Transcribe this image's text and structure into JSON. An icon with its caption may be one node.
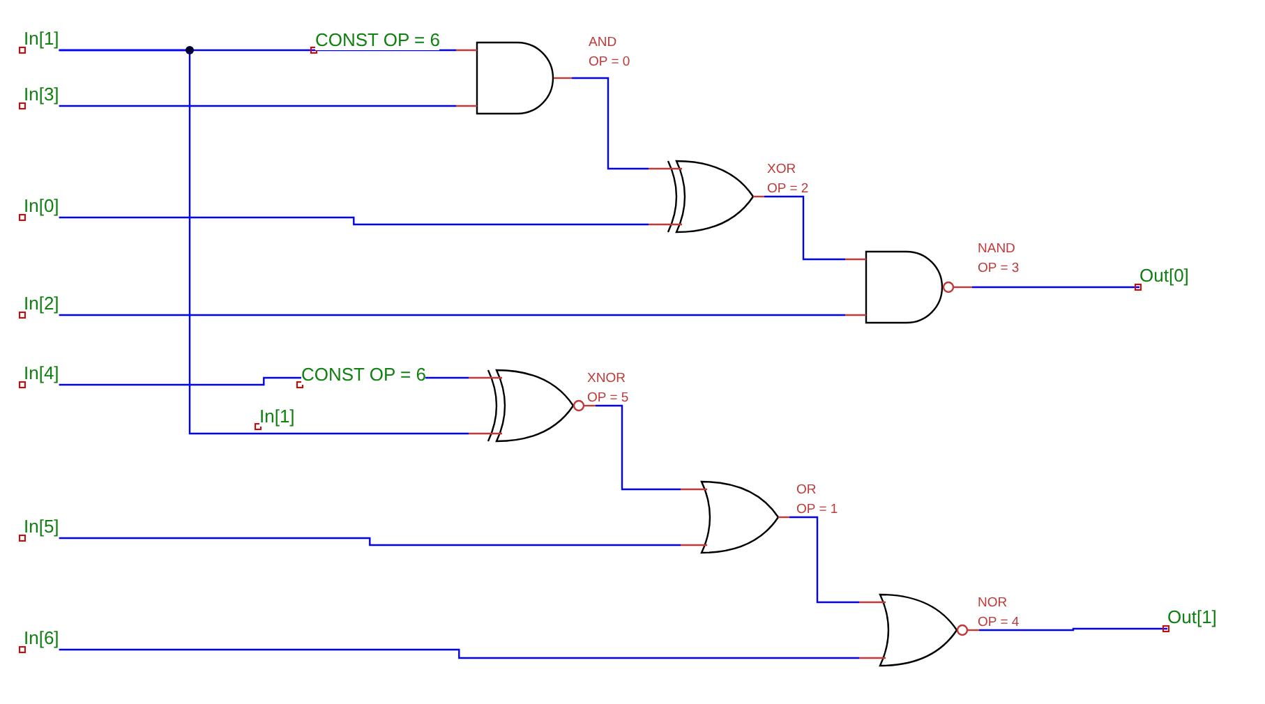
{
  "diagram": {
    "nodes": [
      {
        "text": [
          "In[1]"
        ]
      },
      {
        "text": [
          "In[3]"
        ]
      },
      {
        "text": [
          "In[0]"
        ]
      },
      {
        "text": [
          "In[2]"
        ]
      },
      {
        "text": [
          "In[4]"
        ]
      },
      {
        "text": [
          "In[5]"
        ]
      },
      {
        "text": [
          "In[6]"
        ]
      },
      {
        "text": [],
        "shape": "and-gate",
        "beside": [
          "AND",
          "OP = 0"
        ]
      },
      {
        "text": [],
        "shape": "xor-gate",
        "beside": [
          "XOR",
          "OP = 2"
        ]
      },
      {
        "text": [],
        "shape": "nand-gate",
        "beside": [
          "NAND",
          "OP = 3"
        ]
      },
      {
        "text": [],
        "shape": "xnor-gate",
        "beside": [
          "XNOR",
          "OP = 5"
        ]
      },
      {
        "text": [],
        "shape": "or-gate",
        "beside": [
          "OR",
          "OP = 1"
        ]
      },
      {
        "text": [],
        "shape": "nor-gate",
        "beside": [
          "NOR",
          "OP = 4"
        ]
      },
      {
        "text": [
          "Out[0]"
        ]
      },
      {
        "text": [
          "Out[1]"
        ]
      }
    ],
    "edges": [
      {
        "from": 0,
        "to": 7,
        "arrow": "none",
        "label": "CONST OP = 6"
      },
      {
        "from": 1,
        "to": 7,
        "arrow": "none"
      },
      {
        "from": 7,
        "to": 8,
        "arrow": "none"
      },
      {
        "from": 2,
        "to": 8,
        "arrow": "none"
      },
      {
        "from": 8,
        "to": 9,
        "arrow": "none"
      },
      {
        "from": 3,
        "to": 9,
        "arrow": "none"
      },
      {
        "from": 9,
        "to": 13,
        "arrow": "none"
      },
      {
        "from": 4,
        "to": 10,
        "arrow": "none",
        "label": "CONST OP = 6"
      },
      {
        "from": 0,
        "to": 10,
        "arrow": "none",
        "label": "In[1]"
      },
      {
        "from": 10,
        "to": 11,
        "arrow": "none"
      },
      {
        "from": 5,
        "to": 11,
        "arrow": "none"
      },
      {
        "from": 11,
        "to": 12,
        "arrow": "none"
      },
      {
        "from": 6,
        "to": 12,
        "arrow": "none"
      },
      {
        "from": 12,
        "to": 14,
        "arrow": "none"
      }
    ]
  }
}
